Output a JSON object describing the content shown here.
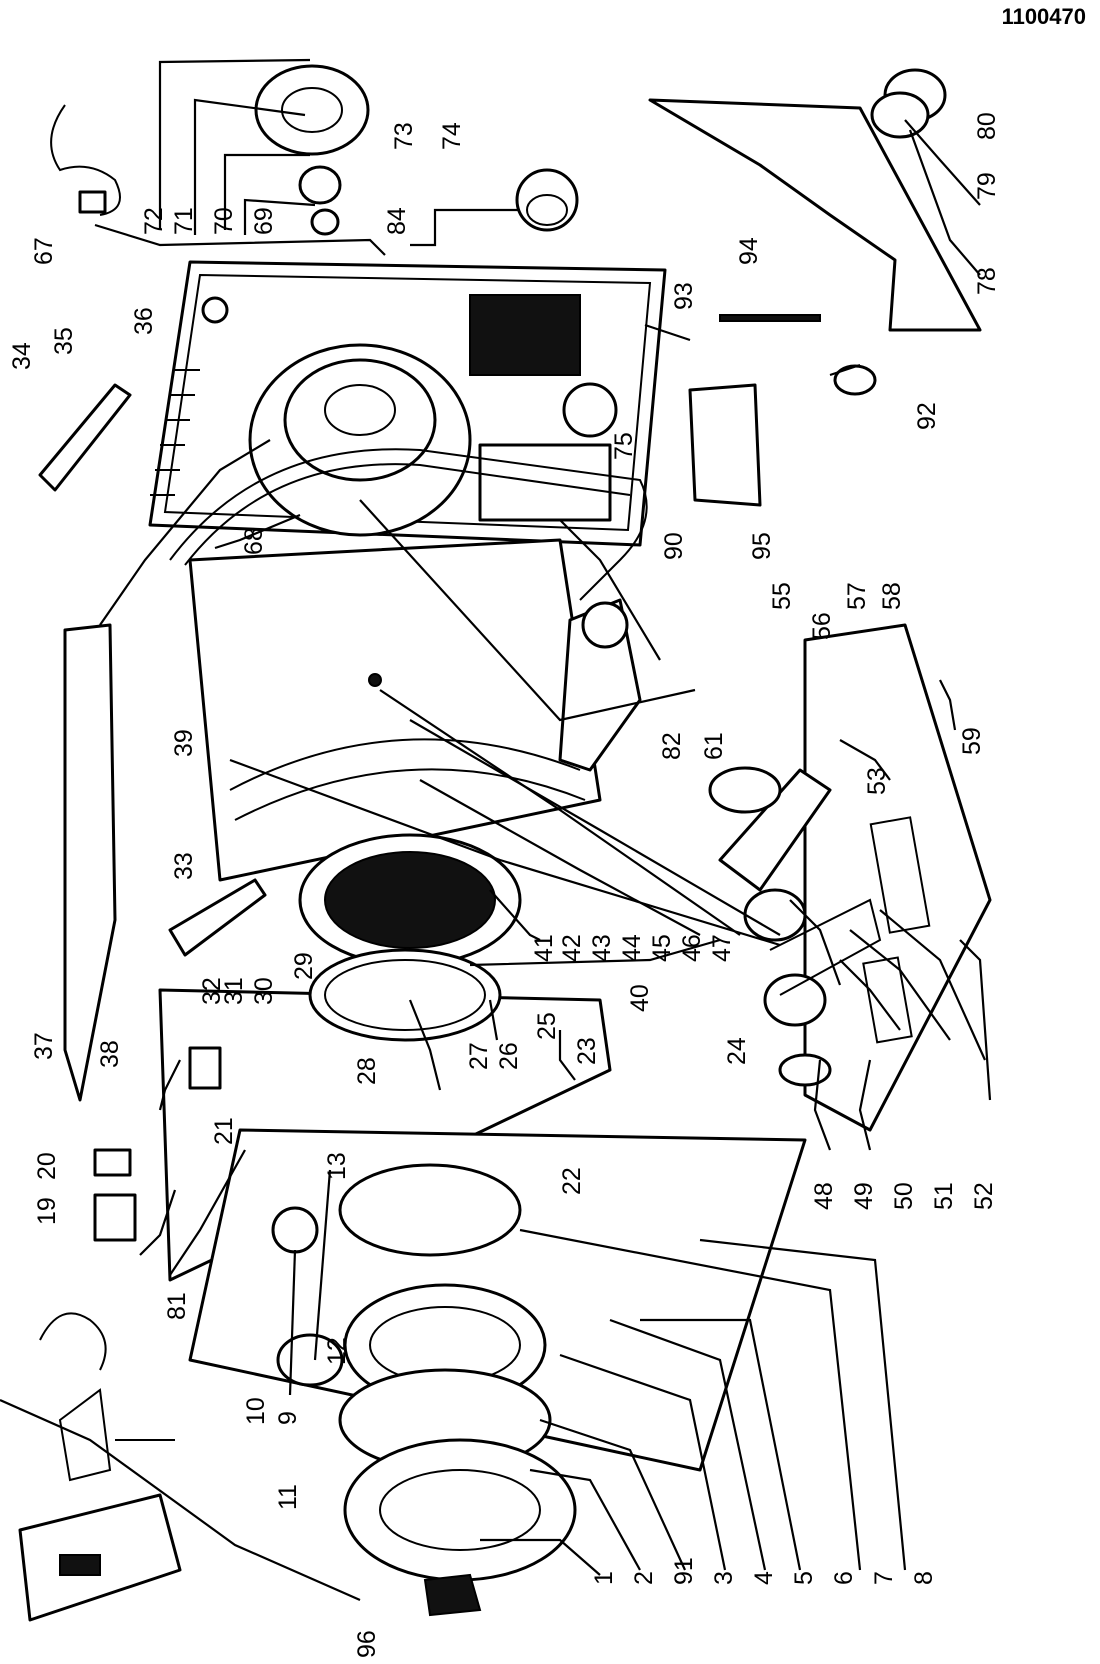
{
  "drawing_code": "1100470",
  "callouts": [
    "1",
    "2",
    "3",
    "4",
    "5",
    "6",
    "7",
    "8",
    "9",
    "10",
    "11",
    "12",
    "13",
    "19",
    "20",
    "21",
    "22",
    "23",
    "24",
    "25",
    "26",
    "27",
    "28",
    "29",
    "30",
    "31",
    "32",
    "33",
    "34",
    "35",
    "36",
    "37",
    "38",
    "39",
    "40",
    "41",
    "42",
    "43",
    "44",
    "45",
    "46",
    "47",
    "48",
    "49",
    "50",
    "51",
    "52",
    "53",
    "55",
    "56",
    "57",
    "58",
    "59",
    "61",
    "67",
    "68",
    "69",
    "70",
    "71",
    "72",
    "73",
    "74",
    "75",
    "78",
    "79",
    "80",
    "81",
    "82",
    "84",
    "90",
    "91",
    "92",
    "93",
    "94",
    "95",
    "96"
  ]
}
